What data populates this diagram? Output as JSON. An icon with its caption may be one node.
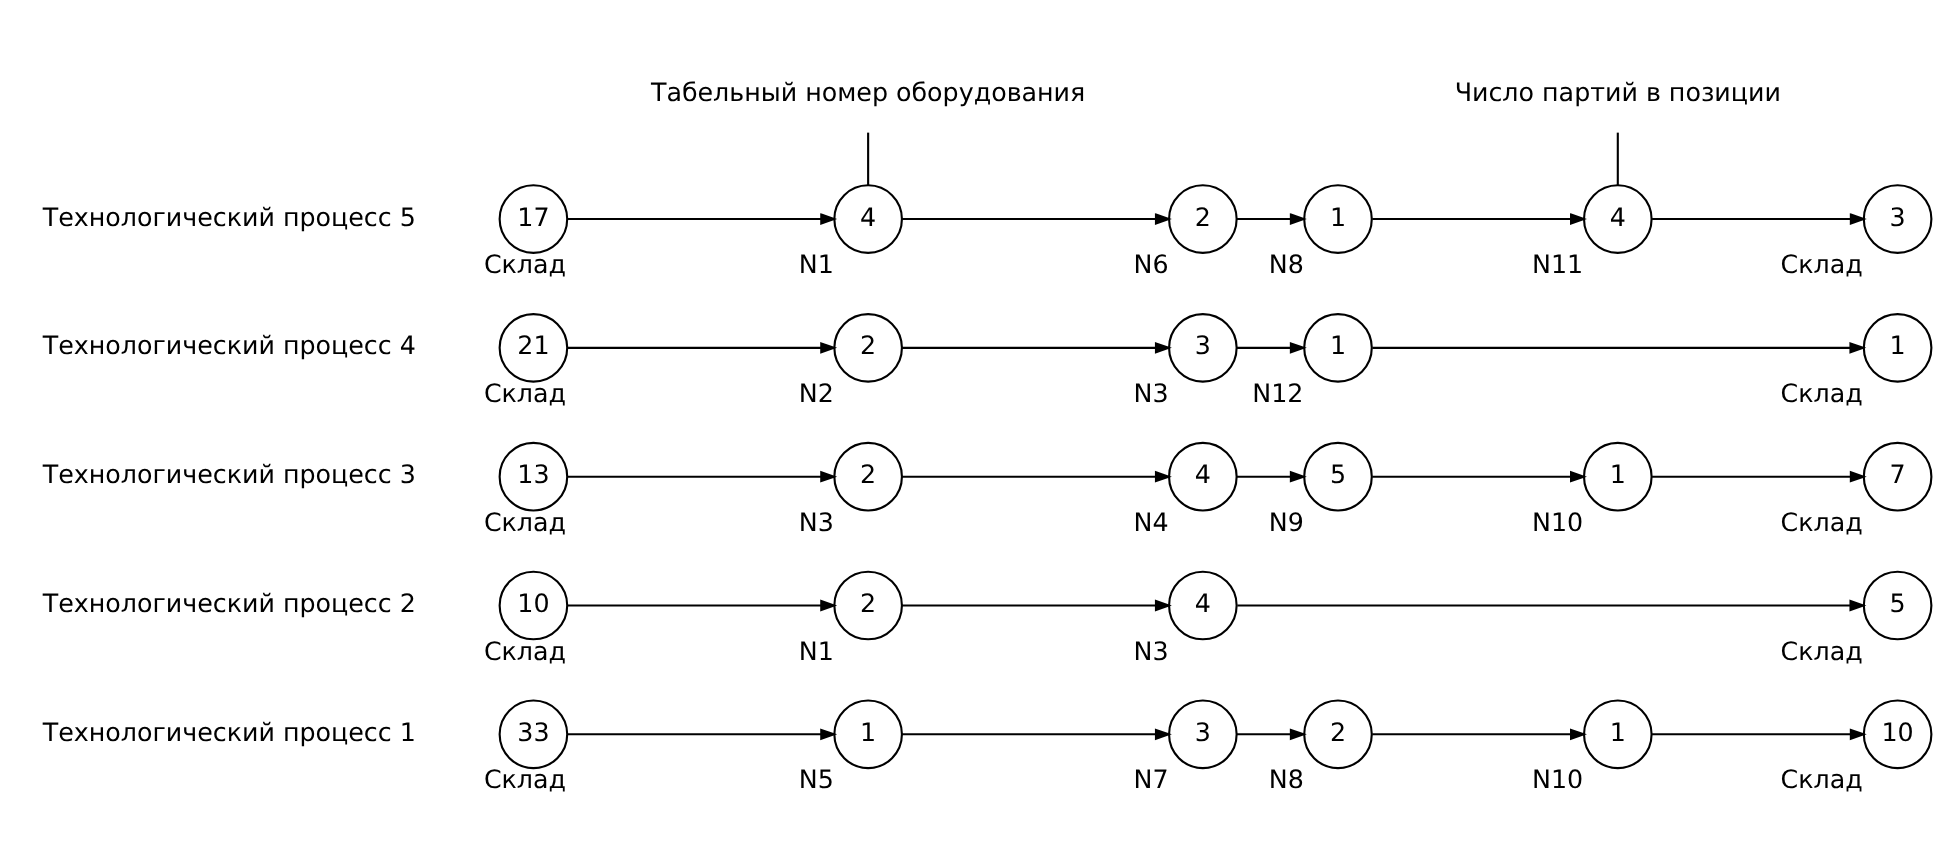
{
  "diagram": {
    "nodes": [
      {
        "text": [
          "33"
        ],
        "beside": [
          "Склад"
        ]
      },
      {
        "text": [
          "1"
        ],
        "beside": [
          "N5"
        ]
      },
      {
        "text": [
          "3"
        ],
        "beside": [
          "N7"
        ]
      },
      {
        "text": [
          "2"
        ],
        "beside": [
          "N8"
        ]
      },
      {
        "text": [
          "1"
        ],
        "beside": [
          "N10"
        ]
      },
      {
        "text": [
          "10"
        ],
        "beside": [
          "Склад"
        ]
      },
      {
        "text": [
          "10"
        ],
        "beside": [
          "Склад"
        ]
      },
      {
        "text": [
          "2"
        ],
        "beside": [
          "N1"
        ]
      },
      {
        "text": [
          "4"
        ],
        "beside": [
          "N3"
        ]
      },
      {
        "text": [
          "5"
        ],
        "beside": [
          "Склад"
        ]
      },
      {
        "text": [
          "13"
        ],
        "beside": [
          "Склад"
        ]
      },
      {
        "text": [
          "2"
        ],
        "beside": [
          "N3"
        ]
      },
      {
        "text": [
          "4"
        ],
        "beside": [
          "N4"
        ]
      },
      {
        "text": [
          "5"
        ],
        "beside": [
          "N9"
        ]
      },
      {
        "text": [
          "1"
        ],
        "beside": [
          "N10"
        ]
      },
      {
        "text": [
          "7"
        ],
        "beside": [
          "Склад"
        ]
      },
      {
        "text": [
          "21"
        ],
        "beside": [
          "Склад"
        ]
      },
      {
        "text": [
          "2"
        ],
        "beside": [
          "N2"
        ]
      },
      {
        "text": [
          "3"
        ],
        "beside": [
          "N3"
        ]
      },
      {
        "text": [
          "1"
        ],
        "beside": [
          "N12"
        ]
      },
      {
        "text": [
          "1"
        ],
        "beside": [
          "Склад"
        ]
      },
      {
        "text": [
          "17"
        ],
        "beside": [
          "Склад"
        ]
      },
      {
        "text": [
          "4"
        ],
        "beside": [
          "N1"
        ]
      },
      {
        "text": [
          "2"
        ],
        "beside": [
          "N6"
        ]
      },
      {
        "text": [
          "1"
        ],
        "beside": [
          "N8"
        ]
      },
      {
        "text": [
          "4"
        ],
        "beside": [
          "N11"
        ]
      },
      {
        "text": [
          "3"
        ],
        "beside": [
          "Склад"
        ]
      },
      {
        "text": [
          "Табельный номер оборудования"
        ]
      },
      {
        "text": [
          "Число партий в позиции"
        ]
      }
    ],
    "edges": [
      {
        "from": 0,
        "to": 1,
        "arrow": "to"
      },
      {
        "from": 1,
        "to": 2,
        "arrow": "to"
      },
      {
        "from": 2,
        "to": 3,
        "arrow": "to"
      },
      {
        "from": 3,
        "to": 4,
        "arrow": "to"
      },
      {
        "from": 4,
        "to": 5,
        "arrow": "to"
      },
      {
        "from": 6,
        "to": 7,
        "arrow": "to"
      },
      {
        "from": 7,
        "to": 8,
        "arrow": "to"
      },
      {
        "from": 8,
        "to": 9,
        "arrow": "to"
      },
      {
        "from": 10,
        "to": 11,
        "arrow": "to"
      },
      {
        "from": 11,
        "to": 12,
        "arrow": "to"
      },
      {
        "from": 12,
        "to": 13,
        "arrow": "to"
      },
      {
        "from": 13,
        "to": 14,
        "arrow": "to"
      },
      {
        "from": 14,
        "to": 15,
        "arrow": "to"
      },
      {
        "from": 16,
        "to": 17,
        "arrow": "to"
      },
      {
        "from": 17,
        "to": 18,
        "arrow": "to"
      },
      {
        "from": 18,
        "to": 19,
        "arrow": "to"
      },
      {
        "from": 19,
        "to": 20,
        "arrow": "to"
      },
      {
        "from": 21,
        "to": 22,
        "arrow": "to"
      },
      {
        "from": 22,
        "to": 23,
        "arrow": "to"
      },
      {
        "from": 23,
        "to": 24,
        "arrow": "to"
      },
      {
        "from": 24,
        "to": 25,
        "arrow": "to"
      },
      {
        "from": 25,
        "to": 26,
        "arrow": "to"
      },
      {
        "from": 27,
        "to": 22,
        "arrow": "none"
      },
      {
        "from": 28,
        "to": 25,
        "arrow": "none"
      }
    ],
    "labels": [
      "Технологический процесс 1",
      "Технологический процесс 2",
      "Технологический процесс 3",
      "Технологический процесс 4",
      "Технологический процесс 5"
    ]
  }
}
